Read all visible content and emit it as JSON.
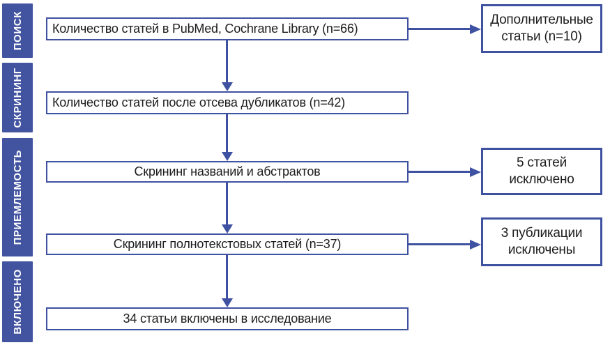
{
  "colors": {
    "accent": "#3f51a1",
    "sidebar_fill": "#4253a0",
    "box_text": "#1c1c1c",
    "background": "#ffffff"
  },
  "sidebar": {
    "stages": [
      {
        "label": "ПОИСК"
      },
      {
        "label": "СКРИНИНГ"
      },
      {
        "label": "ПРИЕМЛЕМОСТЬ"
      },
      {
        "label": "ВКЛЮЧЕНО"
      }
    ]
  },
  "flow": {
    "main_boxes": [
      {
        "label": "Количество статей в PubMed, Cochrane Library (n=66)"
      },
      {
        "label": "Количество статей после отсева дубликатов (n=42)"
      },
      {
        "label": "Скрининг названий и абстрактов"
      },
      {
        "label": "Скрининг полнотекстовых статей (n=37)"
      },
      {
        "label": "34 статьи включены в исследование"
      }
    ],
    "side_boxes": [
      {
        "label": "Дополнительные\nстатьи (n=10)"
      },
      {
        "label": "5 статей\nисключено"
      },
      {
        "label": "3 публикации\nисключены"
      }
    ]
  }
}
